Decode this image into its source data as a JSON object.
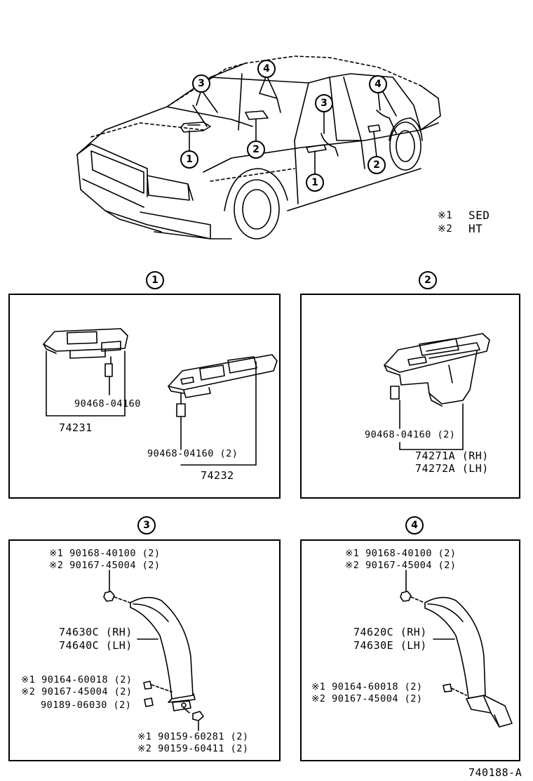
{
  "legend": {
    "sed_mark": "※1",
    "sed_label": "SED",
    "ht_mark": "※2",
    "ht_label": "HT"
  },
  "callouts": [
    "1",
    "2",
    "3",
    "4"
  ],
  "panel1": {
    "title": "1",
    "clip_small": "90468-04160",
    "switch_small": "74231",
    "clip_large": "90468-04160 (2)",
    "switch_large": "74232"
  },
  "panel2": {
    "title": "2",
    "clip": "90468-04160 (2)",
    "base_rh": "74271A (RH)",
    "base_lh": "74272A (LH)"
  },
  "panel3": {
    "title": "3",
    "screw_sed": "※1 90168-40100 (2)",
    "screw_ht": "※2 90167-45004 (2)",
    "handle_rh": "74630C (RH)",
    "handle_lh": "74640C (LH)",
    "bolt_sed": "※1 90164-60018 (2)",
    "bolt_ht": "※2 90167-45004 (2)",
    "nut": "90189-06030 (2)",
    "screw2_sed": "※1 90159-60281 (2)",
    "screw2_ht": "※2 90159-60411 (2)"
  },
  "panel4": {
    "title": "4",
    "screw_sed": "※1 90168-40100 (2)",
    "screw_ht": "※2 90167-45004 (2)",
    "handle_rh": "74620C (RH)",
    "handle_lh": "74630E (LH)",
    "bolt_sed": "※1 90164-60018 (2)",
    "bolt_ht": "※2 90167-45004 (2)"
  },
  "figure_id": "740188-A"
}
